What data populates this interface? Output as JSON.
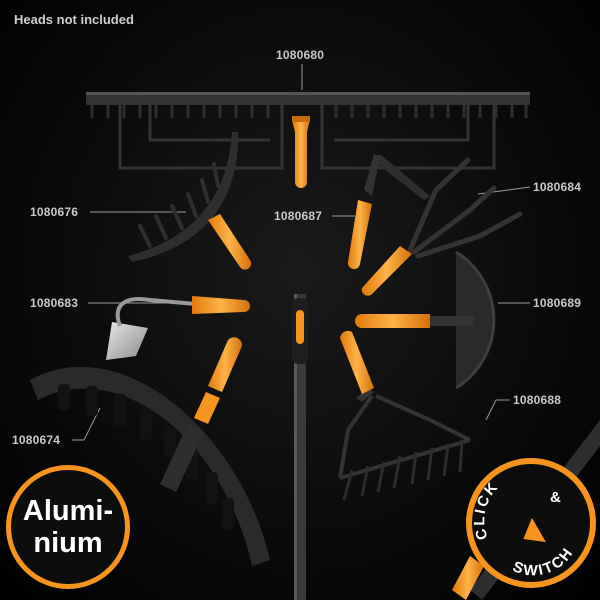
{
  "note": "Heads not included",
  "labels": {
    "p1080680": "1080680",
    "p1080676": "1080676",
    "p1080687": "1080687",
    "p1080684": "1080684",
    "p1080683": "1080683",
    "p1080689": "1080689",
    "p1080674": "1080674",
    "p1080688": "1080688"
  },
  "badge_aluminium": {
    "line1": "Alumi-",
    "line2": "nium"
  },
  "badge_click": {
    "word1": "CLICK",
    "amp": "&",
    "word2": "SWITCH"
  },
  "colors": {
    "accent": "#f7941d",
    "tool": "#3a3a3a",
    "background": "#000000"
  }
}
